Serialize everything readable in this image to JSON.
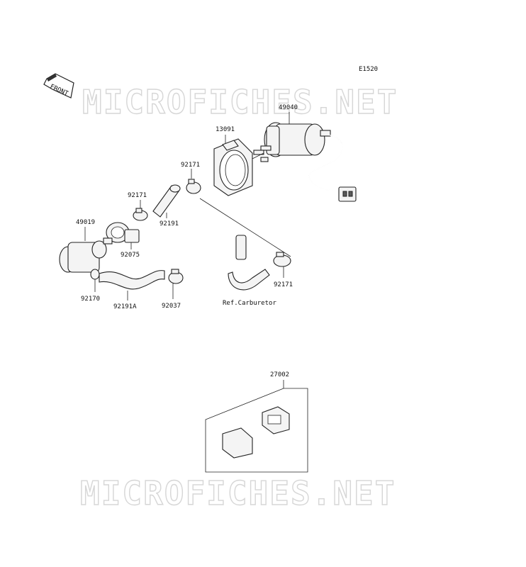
{
  "diagram_code": "E1520",
  "front_arrow": "FRONT",
  "watermark": "MICROFICHES.NET",
  "parts": {
    "p49040": "49040",
    "p13091": "13091",
    "p92171a": "92171",
    "p92171b": "92171",
    "p92191": "92191",
    "p49019": "49019",
    "p92075": "92075",
    "p92170": "92170",
    "p92191A": "92191A",
    "p92037": "92037",
    "p92171c": "92171",
    "p27002": "27002"
  },
  "reference_note": "Ref.Carburetor"
}
